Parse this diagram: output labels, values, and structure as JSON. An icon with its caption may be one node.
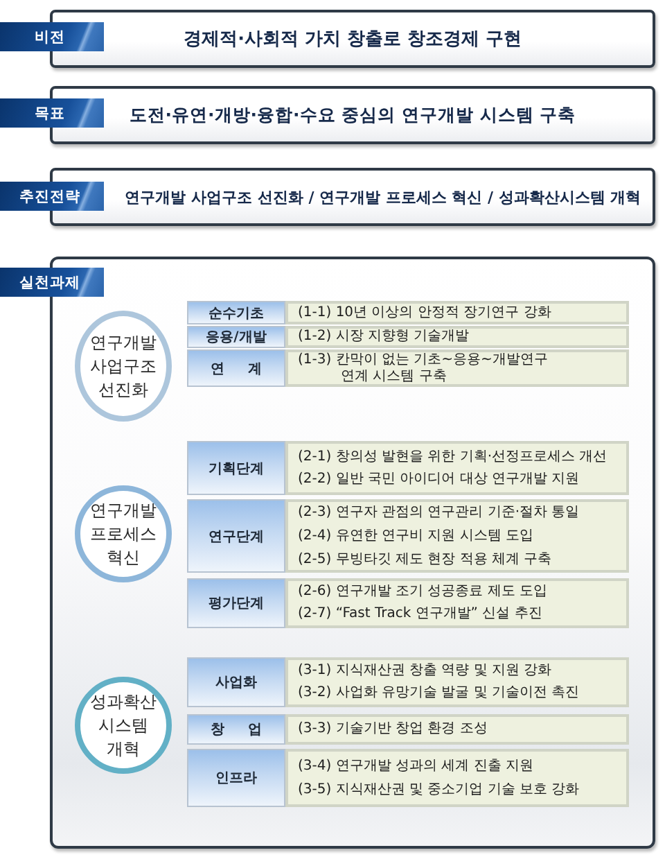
{
  "diagram": {
    "nodes": [
      {
        "text": [
          "비전",
          "경제적·사회적 가치 창출로 창조경제 구현"
        ]
      },
      {
        "text": [
          "목표",
          "도전·유연·개방·융합·수요 중심의 연구개발 시스템 구축"
        ]
      },
      {
        "text": [
          "추진전략",
          "연구개발 사업구조 선진화 / 연구개발 프로세스 혁신 / 성과확산시스템 개혁"
        ]
      },
      {
        "text": [
          "실천과제"
        ]
      },
      {
        "text": [
          "연구개발 사업구조 선진화"
        ],
        "in": 3
      },
      {
        "text": [
          "순수기초"
        ],
        "in": 3
      },
      {
        "text": [
          "(1-1) 10년 이상의 안정적 장기연구 강화"
        ],
        "in": 3
      },
      {
        "text": [
          "응용/개발"
        ],
        "in": 3
      },
      {
        "text": [
          "(1-2) 시장 지향형 기술개발"
        ],
        "in": 3
      },
      {
        "text": [
          "연 계"
        ],
        "in": 3
      },
      {
        "text": [
          "(1-3) 칸막이 없는 기초~응용~개발연구 연계 시스템 구축"
        ],
        "in": 3
      },
      {
        "text": [
          "연구개발 프로세스 혁신"
        ],
        "in": 3
      },
      {
        "text": [
          "기획단계"
        ],
        "in": 3
      },
      {
        "text": [
          "(2-1) 창의성 발현을 위한 기획·선정프로세스 개선",
          "(2-2) 일반 국민 아이디어 대상 연구개발 지원"
        ],
        "in": 3
      },
      {
        "text": [
          "연구단계"
        ],
        "in": 3
      },
      {
        "text": [
          "(2-3) 연구자 관점의 연구관리 기준·절차 통일",
          "(2-4) 유연한 연구비 지원 시스템 도입",
          "(2-5) 무빙타깃 제도 현장 적용 체계 구축"
        ],
        "in": 3
      },
      {
        "text": [
          "평가단계"
        ],
        "in": 3
      },
      {
        "text": [
          "(2-6) 연구개발 조기 성공종료 제도 도입",
          "(2-7) “Fast Track 연구개발” 신설 추진"
        ],
        "in": 3
      },
      {
        "text": [
          "성과확산 시스템 개혁"
        ],
        "in": 3
      },
      {
        "text": [
          "사업화"
        ],
        "in": 3
      },
      {
        "text": [
          "(3-1) 지식재산권 창출 역량 및 지원 강화",
          "(3-2) 사업화 유망기술 발굴 및 기술이전 촉진"
        ],
        "in": 3
      },
      {
        "text": [
          "창 업"
        ],
        "in": 3
      },
      {
        "text": [
          "(3-3) 기술기반 창업 환경 조성"
        ],
        "in": 3
      },
      {
        "text": [
          "인프라"
        ],
        "in": 3
      },
      {
        "text": [
          "(3-4) 연구개발 성과의 세계 진출 지원",
          "(3-5) 지식재산권 및 중소기업 기술 보호 강화"
        ],
        "in": 3
      }
    ]
  }
}
